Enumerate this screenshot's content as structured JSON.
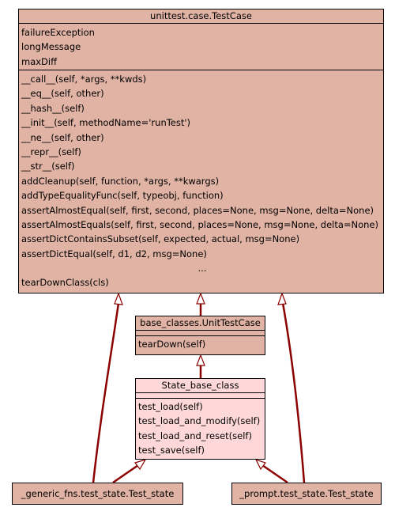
{
  "testcase": {
    "title": "unittest.case.TestCase",
    "attributes": [
      "failureException",
      "longMessage",
      "maxDiff"
    ],
    "methods": [
      "__call__(self, *args, **kwds)",
      "__eq__(self, other)",
      "__hash__(self)",
      "__init__(self, methodName='runTest')",
      "__ne__(self, other)",
      "__repr__(self)",
      "__str__(self)",
      "addCleanup(self, function, *args, **kwargs)",
      "addTypeEqualityFunc(self, typeobj, function)",
      "assertAlmostEqual(self, first, second, places=None, msg=None, delta=None)",
      "assertAlmostEquals(self, first, second, places=None, msg=None, delta=None)",
      "assertDictContainsSubset(self, expected, actual, msg=None)",
      "assertDictEqual(self, d1, d2, msg=None)"
    ],
    "ellipsis": "...",
    "last_method": "tearDownClass(cls)"
  },
  "unittestcase": {
    "title": "base_classes.UnitTestCase",
    "methods": [
      "tearDown(self)"
    ]
  },
  "state_base": {
    "title": "State_base_class",
    "methods": [
      "test_load(self)",
      "test_load_and_modify(self)",
      "test_load_and_reset(self)",
      "test_save(self)"
    ]
  },
  "generic_state": {
    "title": "_generic_fns.test_state.Test_state"
  },
  "prompt_state": {
    "title": "_prompt.test_state.Test_state"
  },
  "colors": {
    "class_fill": "#e0b3a5",
    "highlight_fill": "#fed8d8",
    "edge": "#8b0000"
  }
}
